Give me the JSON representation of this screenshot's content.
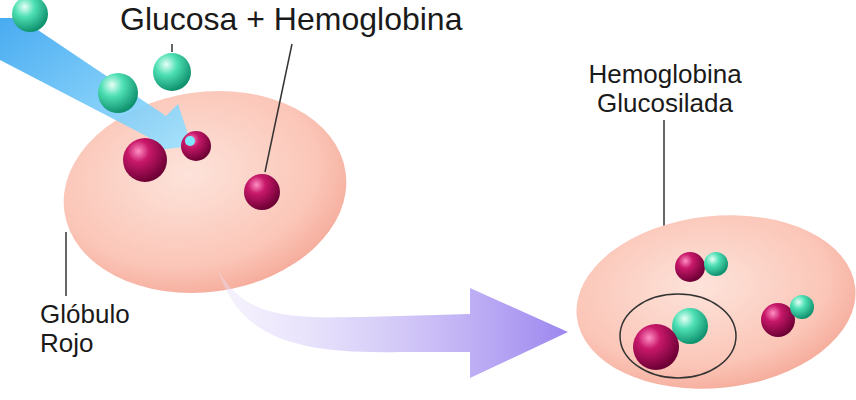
{
  "diagram": {
    "labels": [
      "Glucosa + Hemoglobina",
      "Glóbulo Rojo",
      "Hemoglobina Glucosilada"
    ]
  }
}
